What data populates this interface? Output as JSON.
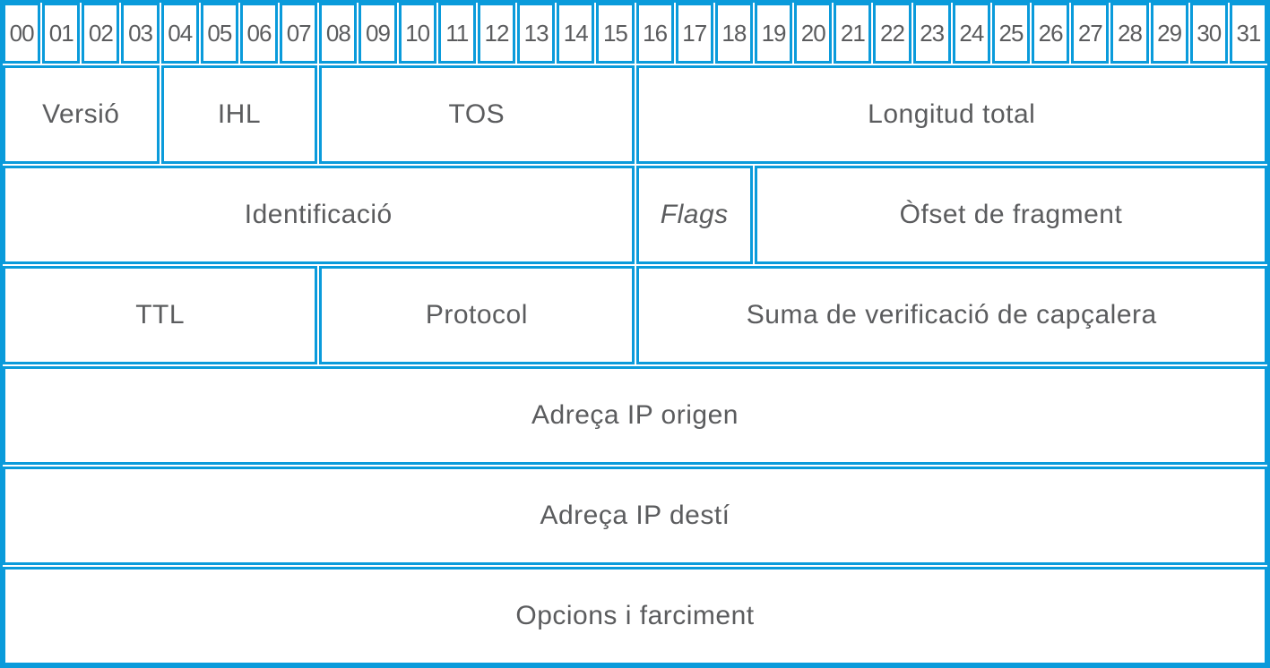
{
  "colors": {
    "border_blue": "#0a9bdb",
    "label_gray": "#5b5c5e",
    "background": "#ffffff"
  },
  "bits": [
    "00",
    "01",
    "02",
    "03",
    "04",
    "05",
    "06",
    "07",
    "08",
    "09",
    "10",
    "11",
    "12",
    "13",
    "14",
    "15",
    "16",
    "17",
    "18",
    "19",
    "20",
    "21",
    "22",
    "23",
    "24",
    "25",
    "26",
    "27",
    "28",
    "29",
    "30",
    "31"
  ],
  "rows": [
    {
      "fields": [
        {
          "label": "Versió",
          "bits": 4
        },
        {
          "label": "IHL",
          "bits": 4
        },
        {
          "label": "TOS",
          "bits": 8
        },
        {
          "label": "Longitud total",
          "bits": 16
        }
      ]
    },
    {
      "fields": [
        {
          "label": "Identificació",
          "bits": 16
        },
        {
          "label": "Flags",
          "bits": 3,
          "italic": true
        },
        {
          "label": "Òfset de fragment",
          "bits": 13
        }
      ]
    },
    {
      "fields": [
        {
          "label": "TTL",
          "bits": 8
        },
        {
          "label": "Protocol",
          "bits": 8
        },
        {
          "label": "Suma de verificació de capçalera",
          "bits": 16
        }
      ]
    },
    {
      "fields": [
        {
          "label": "Adreça IP origen",
          "bits": 32
        }
      ]
    },
    {
      "fields": [
        {
          "label": "Adreça IP destí",
          "bits": 32
        }
      ]
    },
    {
      "fields": [
        {
          "label": "Opcions i farciment",
          "bits": 32
        }
      ]
    }
  ]
}
